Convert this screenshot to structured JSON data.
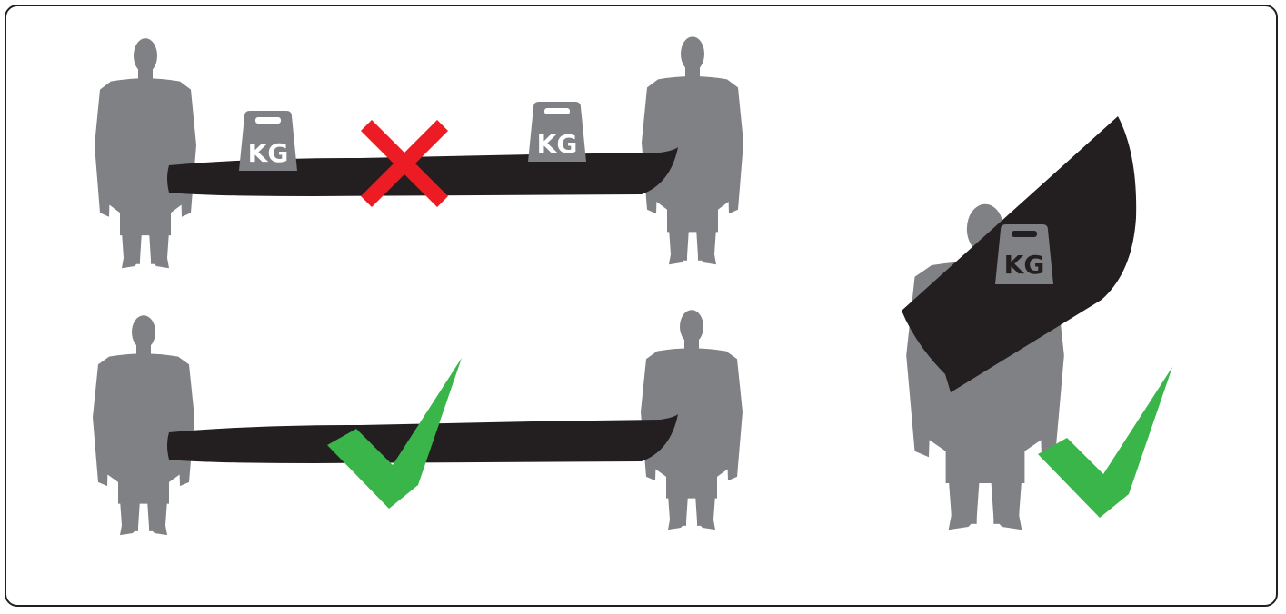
{
  "panels": {
    "incorrect_carry": {
      "weights": [
        {
          "label": "KG"
        },
        {
          "label": "KG"
        }
      ],
      "status_icon": "red-cross-icon"
    },
    "correct_carry_two_person": {
      "status_icon": "green-check-icon"
    },
    "correct_carry_one_person": {
      "weights": [
        {
          "label": "KG"
        }
      ],
      "status_icon": "green-check-icon"
    }
  },
  "colors": {
    "figure": "#808184",
    "kayak": "#231f20",
    "weight": "#808184",
    "cross": "#ed1c24",
    "check": "#39b54a",
    "frame": "#231f20"
  }
}
